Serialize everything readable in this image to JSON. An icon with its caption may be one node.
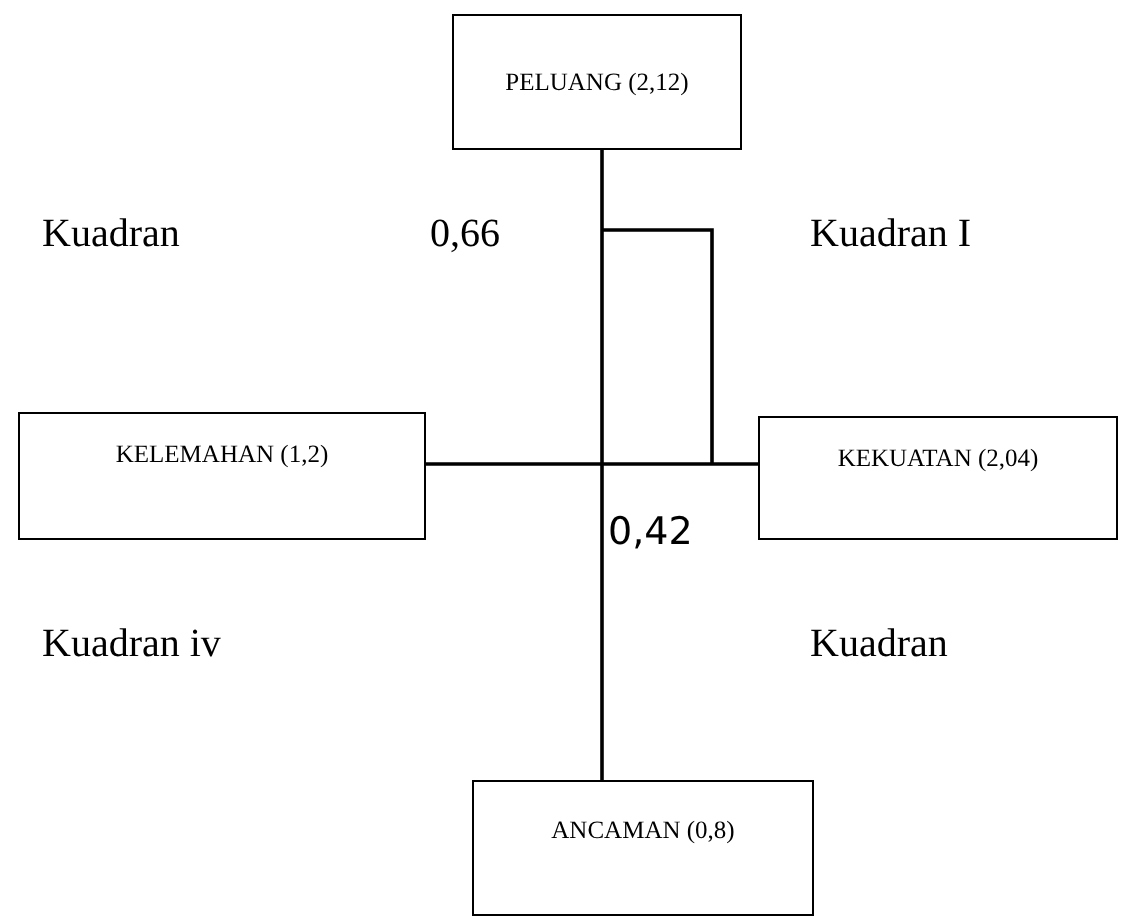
{
  "diagram": {
    "nodes": [
      {
        "text": [
          "PELUANG (2,12)"
        ]
      },
      {
        "text": [
          "KELEMAHAN (1,2)"
        ]
      },
      {
        "text": [
          "KEKUATAN (2,04)"
        ]
      },
      {
        "text": [
          "ANCAMAN (0,8)"
        ]
      }
    ],
    "edges": [
      {
        "from": 0,
        "to": 3,
        "arrow": "none"
      },
      {
        "from": 1,
        "to": 2,
        "arrow": "none"
      }
    ],
    "labels": [
      "Kuadran",
      "0,66",
      "Kuadran I",
      "0,42",
      "Kuadran iv",
      "Kuadran"
    ]
  }
}
